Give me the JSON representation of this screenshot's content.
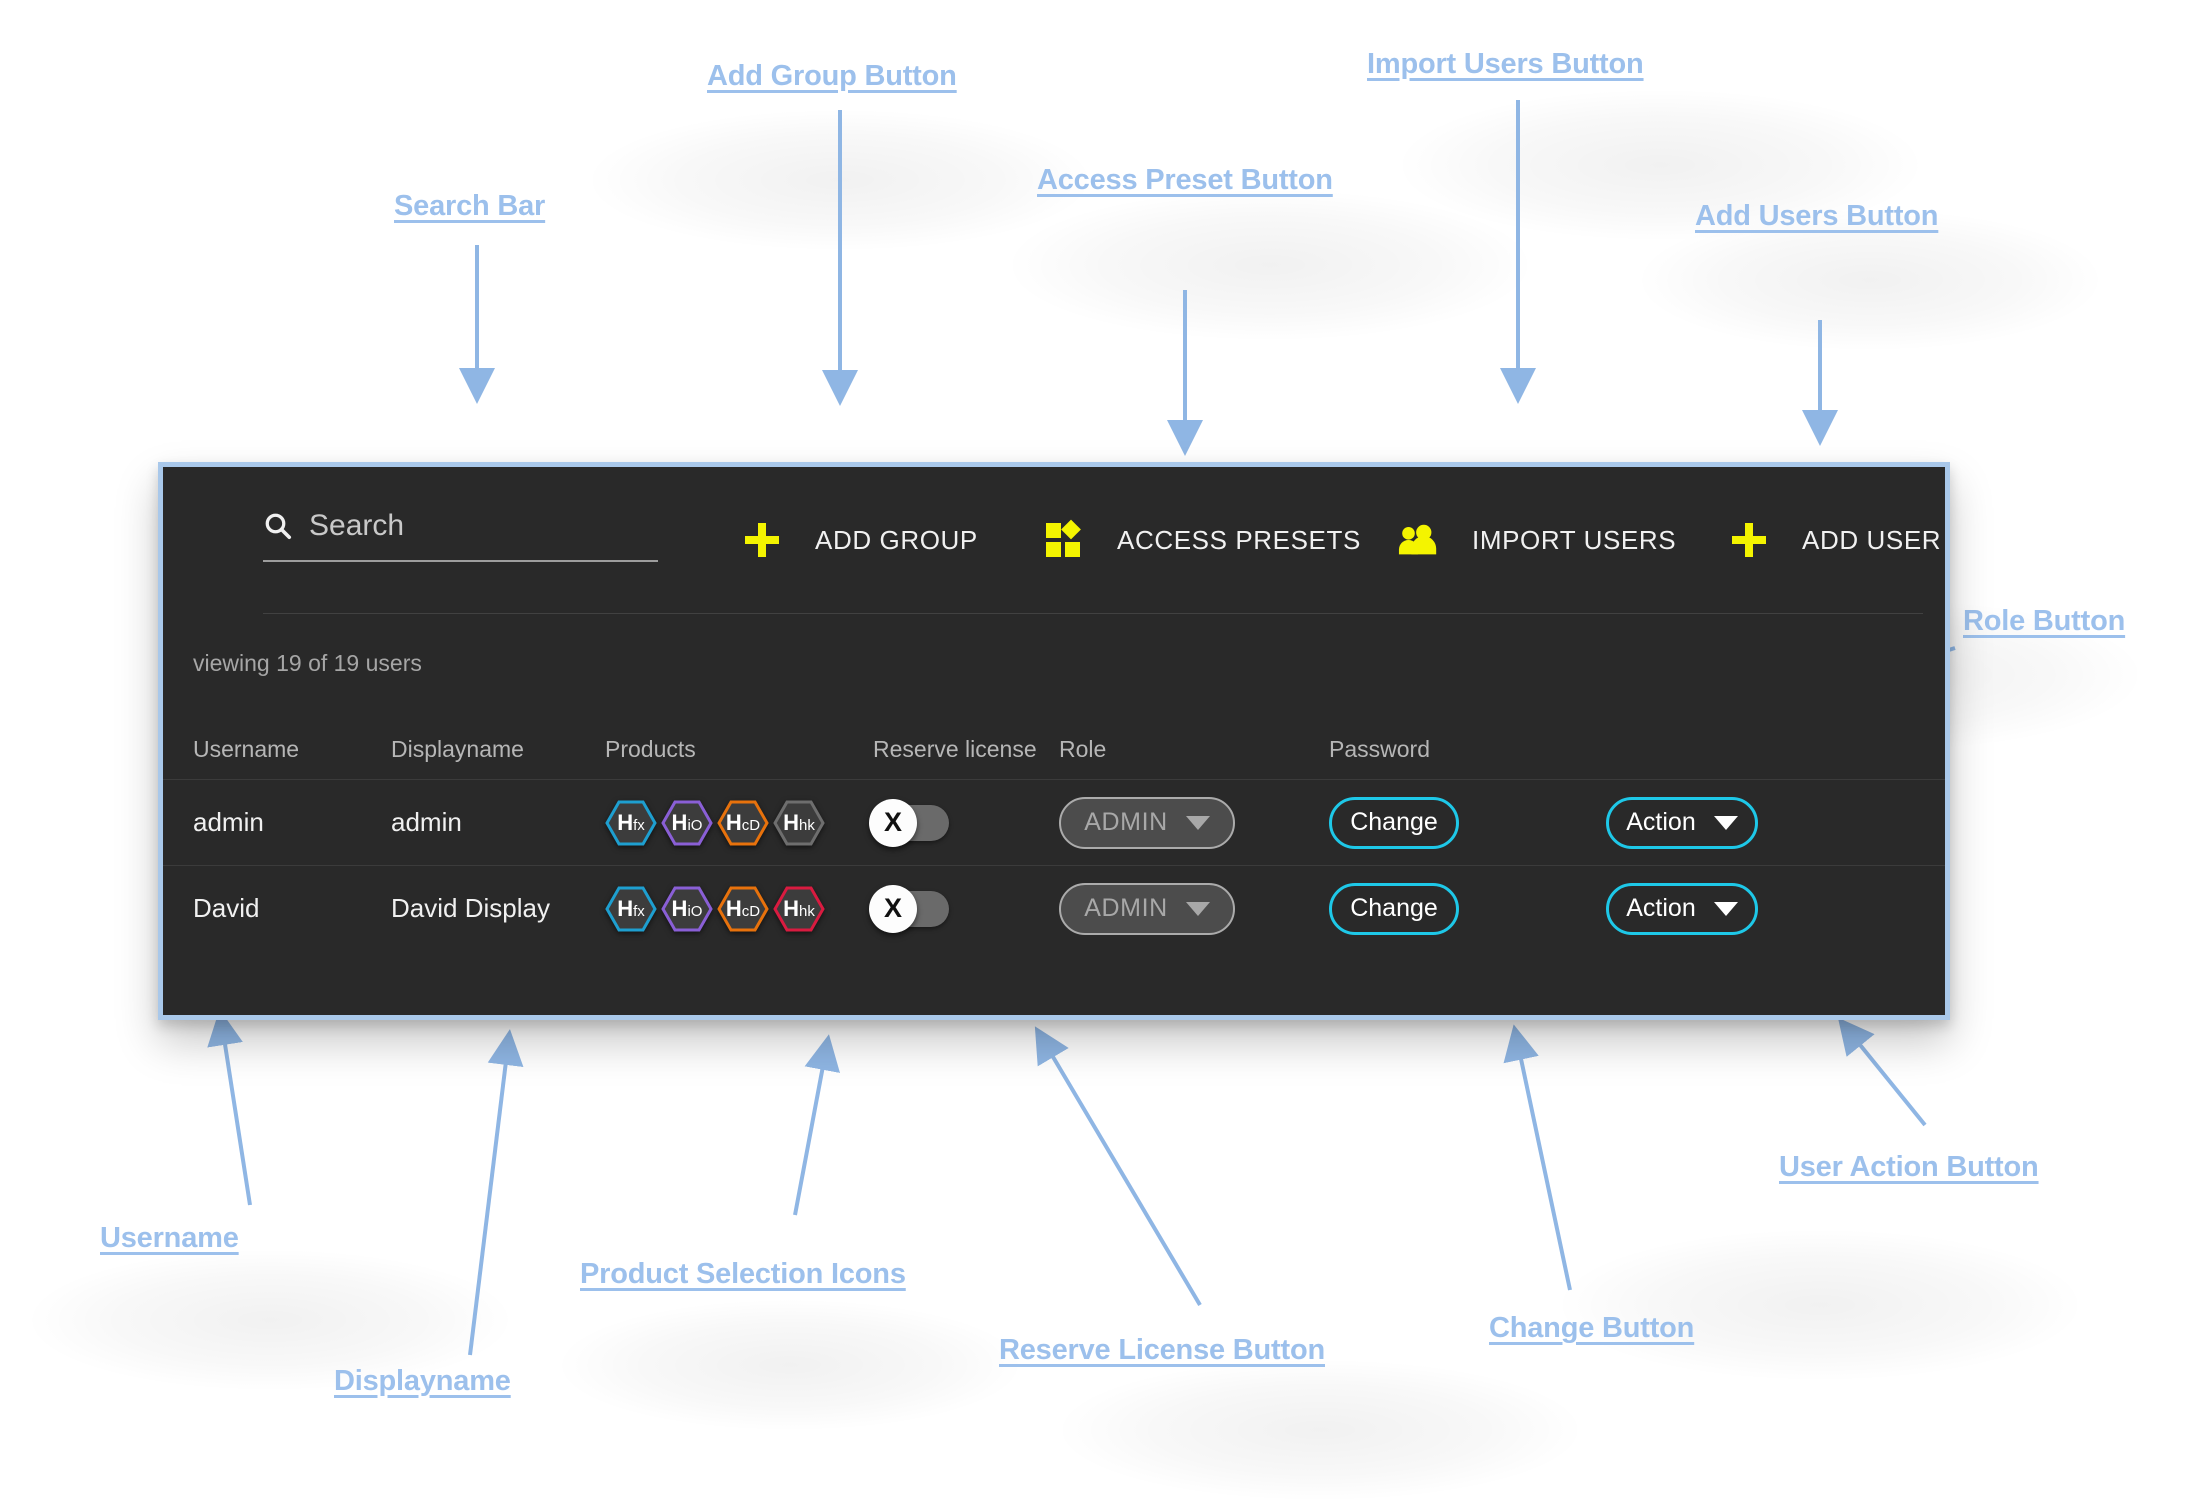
{
  "panel": {
    "search": {
      "placeholder": "Search",
      "value": "",
      "icon": "search-icon"
    },
    "toolbar": [
      {
        "id": "add-group",
        "label": "ADD GROUP",
        "icon": "plus-icon"
      },
      {
        "id": "access-presets",
        "label": "ACCESS PRESETS",
        "icon": "dashboard-presets-icon"
      },
      {
        "id": "import-users",
        "label": "IMPORT USERS",
        "icon": "people-icon"
      },
      {
        "id": "add-user",
        "label": "ADD USER",
        "icon": "plus-icon"
      }
    ],
    "viewing_text": "viewing 19 of 19 users",
    "columns": [
      "Username",
      "Displayname",
      "Products",
      "Reserve license",
      "Role",
      "Password",
      ""
    ],
    "rows": [
      {
        "username": "admin",
        "displayname": "admin",
        "products": [
          {
            "code": "H",
            "sub": "fx",
            "color": "#1e9fd0",
            "enabled": true
          },
          {
            "code": "H",
            "sub": "iO",
            "color": "#8a5fd6",
            "enabled": true
          },
          {
            "code": "H",
            "sub": "cD",
            "color": "#e8720c",
            "enabled": true
          },
          {
            "code": "H",
            "sub": "hk",
            "color": "#6e6e6e",
            "enabled": false
          }
        ],
        "reserve_license": {
          "state": "off",
          "knob_label": "X"
        },
        "role": "ADMIN",
        "password_label": "Change",
        "action_label": "Action"
      },
      {
        "username": "David",
        "displayname": "David Display",
        "products": [
          {
            "code": "H",
            "sub": "fx",
            "color": "#1e9fd0",
            "enabled": true
          },
          {
            "code": "H",
            "sub": "iO",
            "color": "#8a5fd6",
            "enabled": true
          },
          {
            "code": "H",
            "sub": "cD",
            "color": "#e8720c",
            "enabled": true
          },
          {
            "code": "H",
            "sub": "hk",
            "color": "#d91b40",
            "enabled": true
          }
        ],
        "reserve_license": {
          "state": "off",
          "knob_label": "X"
        },
        "role": "ADMIN",
        "password_label": "Change",
        "action_label": "Action"
      }
    ]
  },
  "annotations": [
    {
      "id": "search-bar",
      "label": "Search Bar"
    },
    {
      "id": "add-group-button",
      "label": "Add Group Button"
    },
    {
      "id": "access-preset-button",
      "label": "Access Preset Button"
    },
    {
      "id": "import-users-button",
      "label": "Import Users Button"
    },
    {
      "id": "add-users-button",
      "label": "Add Users Button"
    },
    {
      "id": "role-button",
      "label": "Role Button"
    },
    {
      "id": "username",
      "label": "Username"
    },
    {
      "id": "displayname",
      "label": "Displayname"
    },
    {
      "id": "product-selection-icons",
      "label": "Product Selection Icons"
    },
    {
      "id": "reserve-license-button",
      "label": "Reserve License Button"
    },
    {
      "id": "change-button",
      "label": "Change Button"
    },
    {
      "id": "user-action-button",
      "label": "User Action Button"
    }
  ],
  "colors": {
    "accent_yellow": "#f4f400",
    "accent_cyan": "#1ec8e8",
    "annotation_blue": "#9cc0ec",
    "panel_bg": "#292929",
    "panel_border": "#a9c8ea"
  }
}
